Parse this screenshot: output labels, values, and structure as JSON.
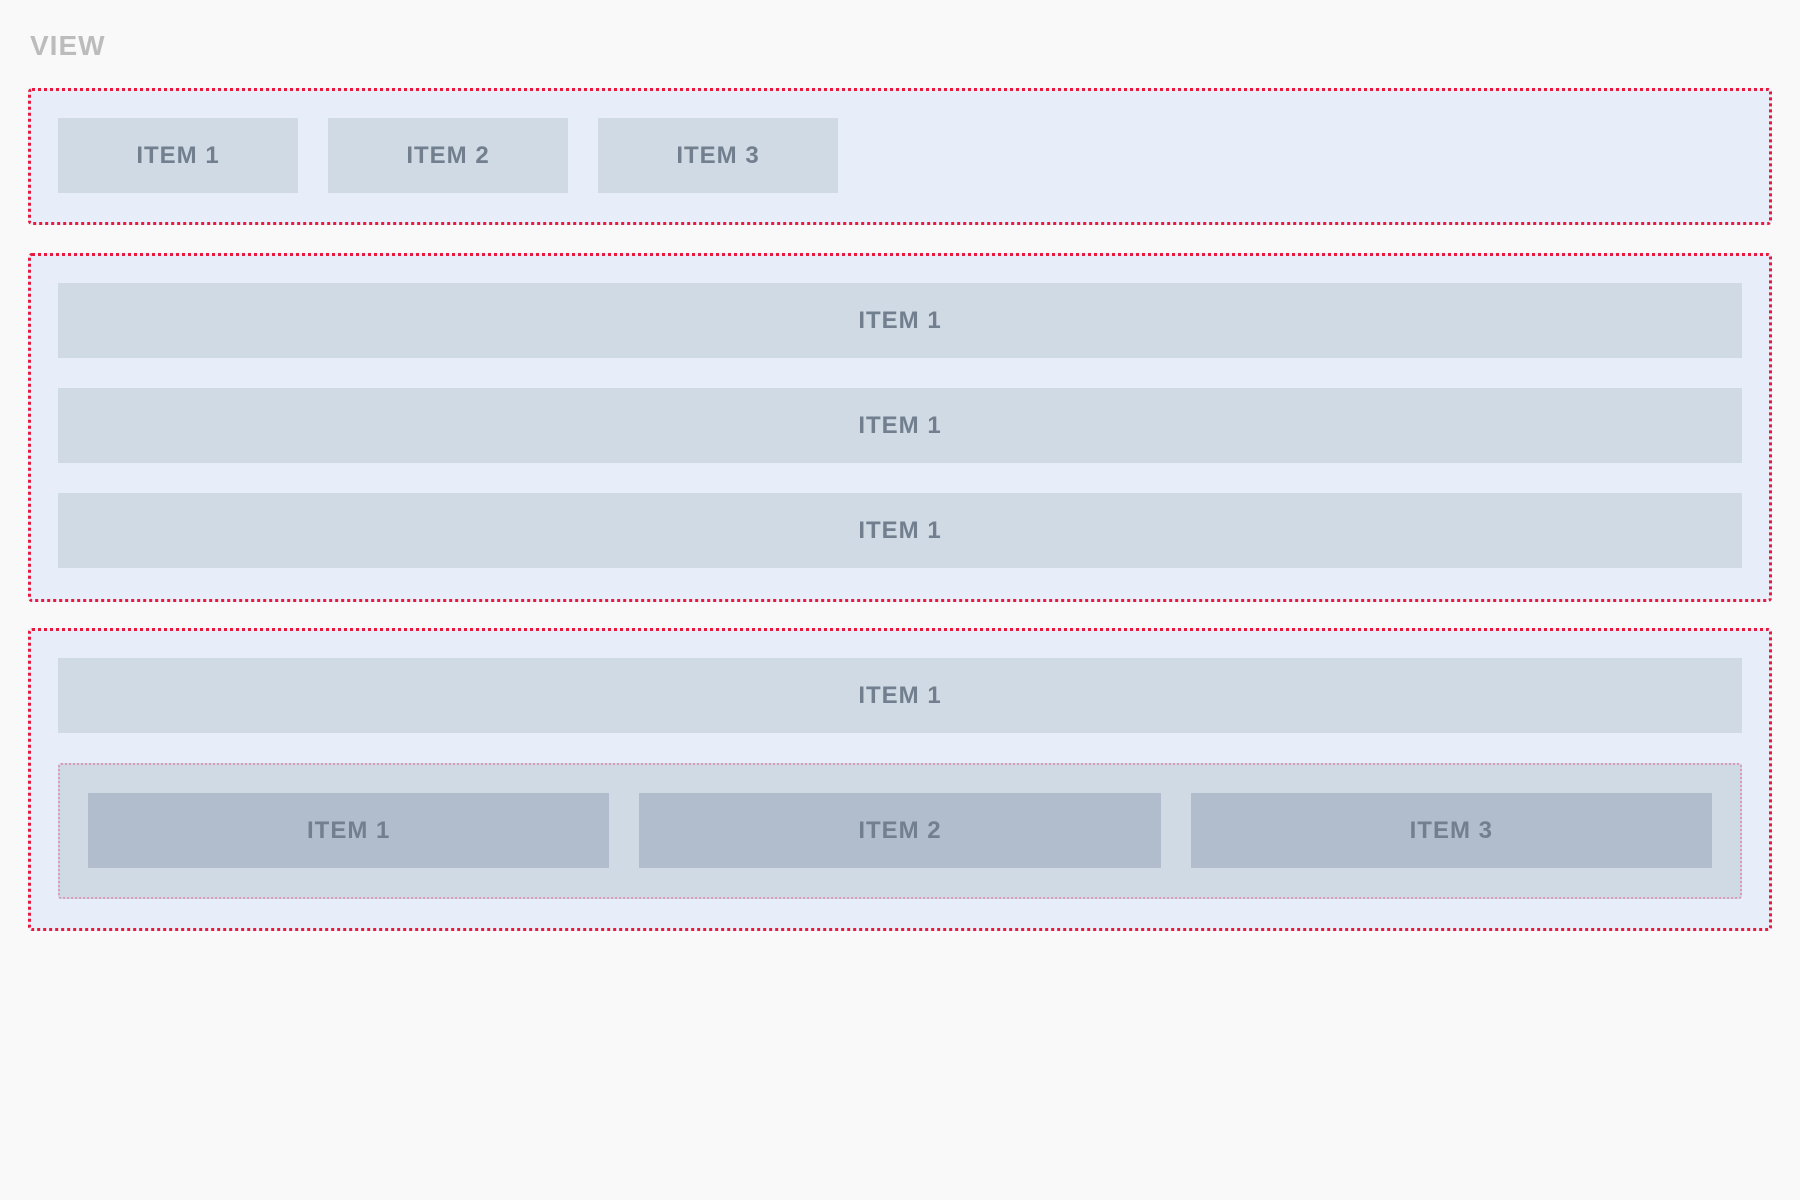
{
  "view": {
    "title": "VIEW"
  },
  "horizontal_stack": {
    "items": [
      "ITEM 1",
      "ITEM 2",
      "ITEM 3"
    ]
  },
  "vertical_stack": {
    "items": [
      "ITEM 1",
      "ITEM 1",
      "ITEM 1"
    ]
  },
  "nested_stack": {
    "top_item": "ITEM 1",
    "inner_stack": {
      "items": [
        "ITEM 1",
        "ITEM 2",
        "ITEM 3"
      ]
    }
  },
  "colors": {
    "background": "#f9f9f9",
    "stack_fill": "#e7eef9",
    "stack_border": "#e8193c",
    "item_fill": "#d0dae5",
    "inner_item_fill": "#b1bdcd",
    "inner_border": "#d99ab8",
    "item_text": "#727f8e",
    "title_text": "#bcbcbc"
  }
}
